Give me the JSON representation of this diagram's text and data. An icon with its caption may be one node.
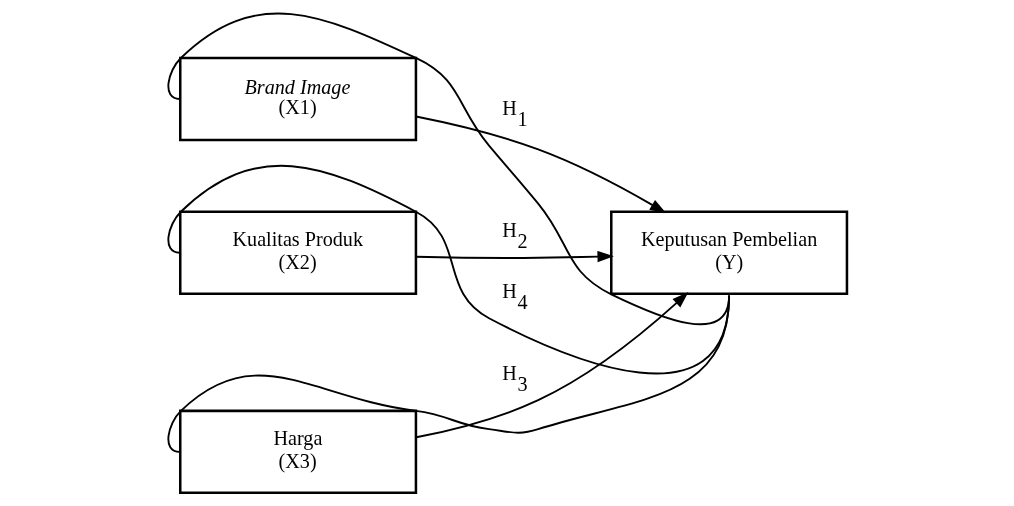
{
  "diagram": {
    "nodes": [
      {
        "text": [
          "*Brand Image*",
          "(X1)"
        ]
      },
      {
        "text": [
          "Kualitas Produk",
          "(X2)"
        ]
      },
      {
        "text": [
          "Harga",
          "(X3)"
        ]
      },
      {
        "text": [
          "Keputusan Pembelian",
          "(Y)"
        ]
      }
    ],
    "edges": [
      {
        "from": 0,
        "to": 3,
        "arrow": "to",
        "label": "H$_{1}$"
      },
      {
        "from": 1,
        "to": 3,
        "arrow": "to",
        "label": "H$_{2}$"
      },
      {
        "from": 2,
        "to": 3,
        "arrow": "to",
        "label": "H$_{3}$"
      },
      {
        "from": 0,
        "to": 3,
        "arrow": "none"
      },
      {
        "from": 1,
        "to": 3,
        "arrow": "none",
        "label": "H$_{4}$"
      },
      {
        "from": 2,
        "to": 3,
        "arrow": "none"
      }
    ]
  }
}
